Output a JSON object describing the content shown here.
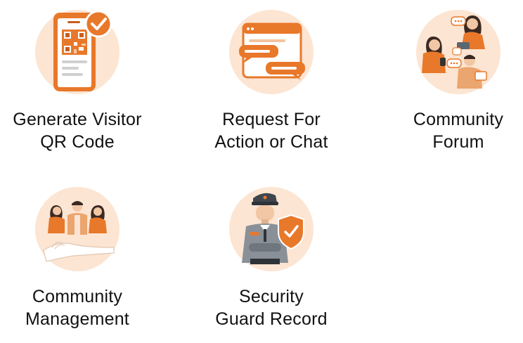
{
  "features": [
    {
      "id": "visitor-qr",
      "icon": "qr-phone-icon",
      "line1": "Generate Visitor",
      "line2": "QR Code"
    },
    {
      "id": "request-chat",
      "icon": "chat-window-icon",
      "line1": "Request For",
      "line2": "Action or Chat"
    },
    {
      "id": "community-forum",
      "icon": "forum-people-icon",
      "line1": "Community",
      "line2": "Forum"
    },
    {
      "id": "community-management",
      "icon": "community-hands-icon",
      "line1": "Community",
      "line2": "Management"
    },
    {
      "id": "security-guard",
      "icon": "security-guard-icon",
      "line1": "Security",
      "line2": "Guard Record"
    }
  ],
  "colors": {
    "accent": "#E8782A",
    "accent_dark": "#C75F1C",
    "circle_bg": "#FCE5D2",
    "text": "#111111"
  }
}
